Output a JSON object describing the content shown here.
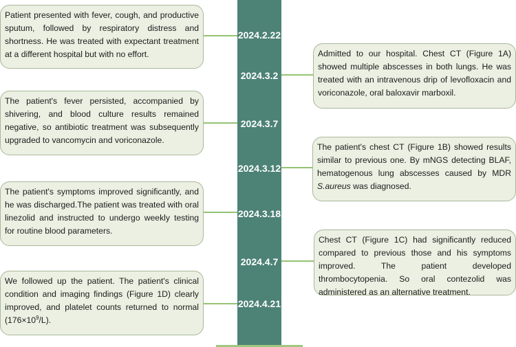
{
  "timeline": {
    "dates": [
      "2024.2.22",
      "2024.3.2",
      "2024.3.7",
      "2024.3.12",
      "2024.3.18",
      "2024.4.7",
      "2024.4.21"
    ],
    "left_events": [
      "Patient presented with fever, cough, and productive sputum, followed by respiratory distress and shortness. He was treated with expectant treatment at a different hospital but with no effort.",
      "The patient's fever persisted, accompanied by shivering, and blood culture results remained negative, so antibiotic treatment was subsequently upgraded to vancomycin and voriconazole.",
      "The patient's symptoms improved significantly, and he was discharged.The patient was treated with oral linezolid and instructed to undergo weekly testing for routine blood parameters.",
      "We followed up the patient. The patient's clinical condition and imaging findings (Figure 1D)  clearly improved, and platelet counts returned to normal (176×10"
    ],
    "left_event_4_sup": "9",
    "left_event_4_tail": "/L).",
    "right_events": [
      "Admitted to our hospital. Chest CT (Figure 1A) showed multiple abscesses in both lungs. He was treated with an intravenous drip of levofloxacin and voriconazole, oral baloxavir marboxil.",
      "The patient's chest CT (Figure 1B) showed results similar to previous one. By mNGS detecting BLAF, hematogenous lung abscesses caused by MDR ",
      "Chest CT (Figure 1C) had significantly reduced compared to previous those and his symptoms improved. The patient developed thrombocytopenia. So oral contezolid was administered as an alternative treatment."
    ],
    "right_event_2_organism": "S.aureus",
    "right_event_2_tail": " was diagnosed.",
    "colors": {
      "spine": "#4d8276",
      "box_fill": "#ebf0e2",
      "box_border": "#a9b79a",
      "connector": "#93c373"
    }
  }
}
